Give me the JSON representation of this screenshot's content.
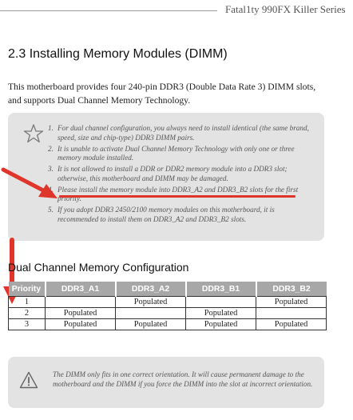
{
  "header": {
    "title": "Fatal1ty 990FX Killer Series"
  },
  "section": {
    "title": "2.3  Installing Memory Modules (DIMM)",
    "intro_line1": "This motherboard provides four 240-pin DDR3 (Double Data Rate 3) DIMM slots,",
    "intro_line2": "and supports Dual Channel Memory Technology."
  },
  "notes": {
    "icon": "star-icon",
    "items": [
      {
        "num": "1.",
        "text": "For dual channel configuration, you always need to install identical (the same brand, speed, size and chip-type) DDR3 DIMM pairs."
      },
      {
        "num": "2.",
        "text": "It is unable to activate Dual Channel Memory Technology with only one or three memory module installed."
      },
      {
        "num": "3.",
        "text": "It is not allowed to install a DDR or DDR2 memory module into a DDR3 slot; otherwise, this motherboard and DIMM may be damaged."
      },
      {
        "num": "4.",
        "text": "Please install the memory module into DDR3_A2 and DDR3_B2 slots for the first priority."
      },
      {
        "num": "5.",
        "text": "If you adopt DDR3 2450/2100 memory modules on this motherboard, it is recommended to install them on DDR3_A2 and DDR3_B2 slots."
      }
    ]
  },
  "memory_table": {
    "title": "Dual Channel Memory Configuration",
    "headers": [
      "Priority",
      "DDR3_A1",
      "DDR3_A2",
      "DDR3_B1",
      "DDR3_B2"
    ],
    "rows": [
      [
        "1",
        "",
        "Populated",
        "",
        "Populated"
      ],
      [
        "2",
        "Populated",
        "",
        "Populated",
        ""
      ],
      [
        "3",
        "Populated",
        "Populated",
        "Populated",
        "Populated"
      ]
    ]
  },
  "caution": {
    "icon": "warning-icon",
    "text": "The DIMM only fits in one correct orientation. It will cause permanent damage to the motherboard and the DIMM if you force the DIMM into the slot at incorrect orientation."
  },
  "annotations": {
    "arrow_color": "#e0352b"
  }
}
